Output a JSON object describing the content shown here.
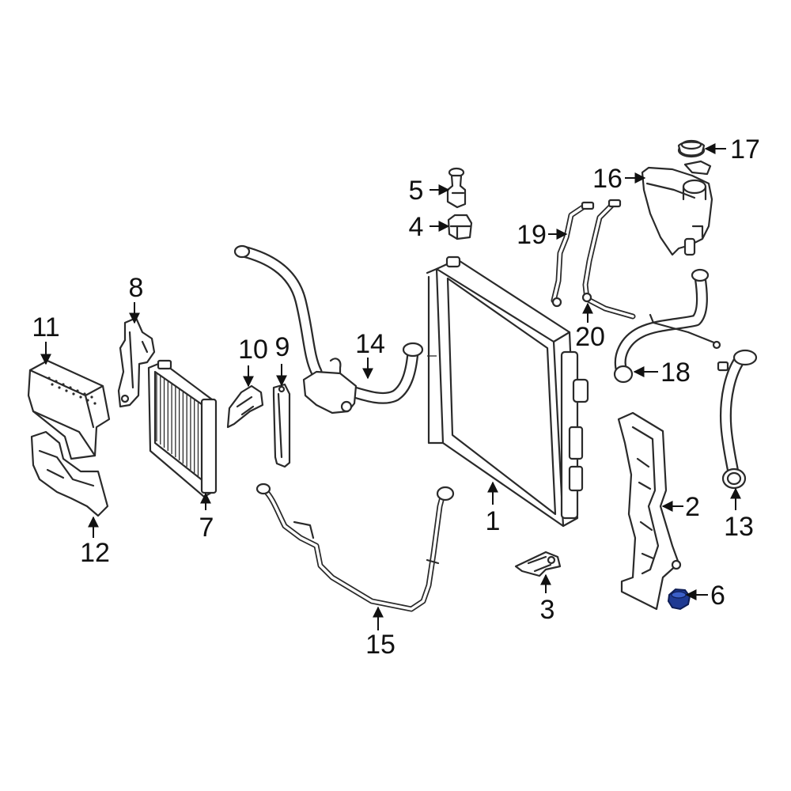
{
  "callouts": {
    "c1": "1",
    "c2": "2",
    "c3": "3",
    "c4": "4",
    "c5": "5",
    "c6": "6",
    "c7": "7",
    "c8": "8",
    "c9": "9",
    "c10": "10",
    "c11": "11",
    "c12": "12",
    "c13": "13",
    "c14": "14",
    "c15": "15",
    "c16": "16",
    "c17": "17",
    "c18": "18",
    "c19": "19",
    "c20": "20"
  },
  "colors": {
    "line_art": "#2a2a2a",
    "highlight_part": "#1f3a93",
    "highlight_outline": "#0e1d55",
    "background": "#ffffff"
  }
}
